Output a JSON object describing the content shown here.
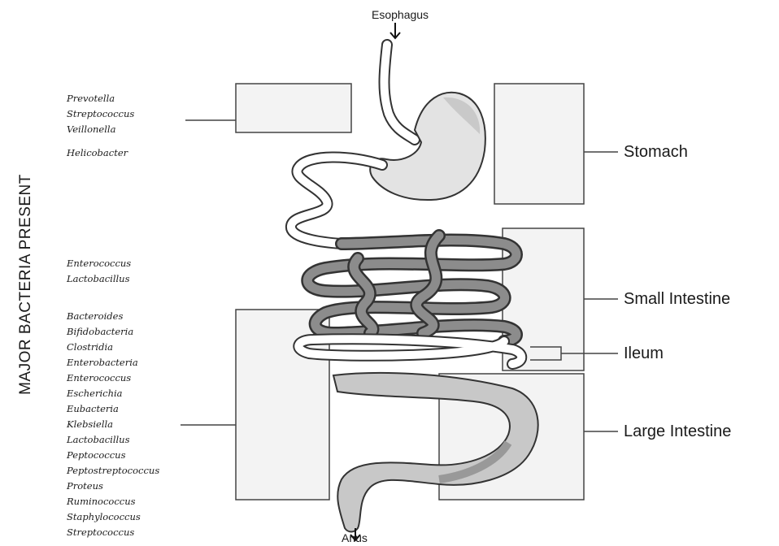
{
  "axis_title": "MAJOR BACTERIA PRESENT",
  "endpoints": {
    "top": "Esophagus",
    "bottom": "Anus"
  },
  "organs": [
    {
      "id": "stomach",
      "label": "Stomach"
    },
    {
      "id": "small",
      "label": "Small Intestine"
    },
    {
      "id": "ileum",
      "label": "Ileum"
    },
    {
      "id": "large",
      "label": "Large Intestine"
    }
  ],
  "bacteria_groups": [
    {
      "region": "stomach",
      "items": [
        "Prevotella",
        "Streptococcus",
        "Veillonella",
        "",
        "Helicobacter"
      ]
    },
    {
      "region": "small-intestine",
      "items": [
        "Enterococcus",
        "Lactobacillus"
      ]
    },
    {
      "region": "large-intestine",
      "items": [
        "Bacteroides",
        "Bifidobacteria",
        "Clostridia",
        "Enterobacteria",
        "Enterococcus",
        "Escherichia",
        "Eubacteria",
        "Klebsiella",
        "Lactobacillus",
        "Peptococcus",
        "Peptostreptococcus",
        "Proteus",
        "Ruminococcus",
        "Staphylococcus",
        "Streptococcus"
      ]
    }
  ],
  "colors": {
    "stomach_fill": "#e3e3e3",
    "intestine_fill": "#8c8c8c",
    "colon_fill": "#c8c8c8",
    "box_fill": "#f2f2f2",
    "line": "#1a1a1a"
  }
}
